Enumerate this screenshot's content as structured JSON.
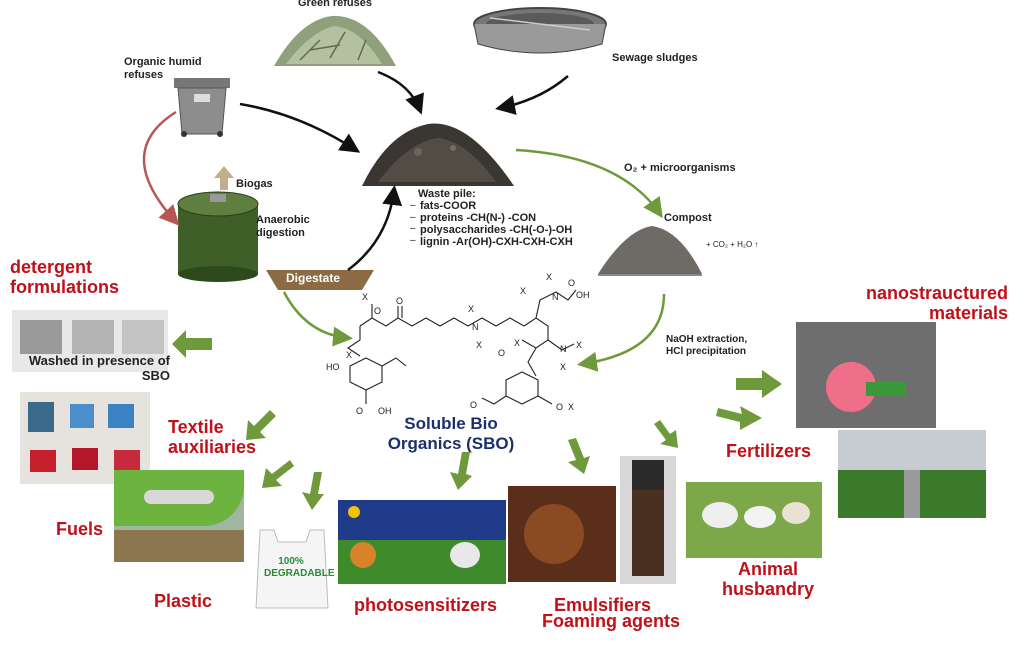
{
  "sources": {
    "green_refuses": "Green refuses",
    "sewage_sludges": "Sewage sludges",
    "organic_humid_refuses": "Organic humid refuses"
  },
  "process": {
    "biogas": "Biogas",
    "anaerobic_digestion": "Anaerobic digestion",
    "digestate": "Digestate",
    "waste_pile_title": "Waste pile:",
    "waste_pile_items": [
      "fats-COOR",
      "proteins -CH(N-) -CON",
      "polysaccharides -CH(-O-)-OH",
      "lignin -Ar(OH)-CXH-CXH-CXH"
    ],
    "o2_microorganisms": "O₂ + microorganisms",
    "compost": "Compost",
    "co2_h2o": "+ CO₂ + H₂O ↑",
    "naoh_extraction": "NaOH extraction,",
    "hcl_precipitation": "HCl precipitation"
  },
  "sbo": {
    "title": "Soluble Bio Organics (SBO)"
  },
  "applications": {
    "detergent": "detergent formulations",
    "washed": "Washed in presence of SBO",
    "textile": "Textile auxiliaries",
    "fuels": "Fuels",
    "plastic": "Plastic",
    "degradable_badge": "100% DEGRADABLE",
    "photosensitizers": "photosensitizers",
    "emulsifiers": "Emulsifiers",
    "foaming": "Foaming agents",
    "fertilizers": "Fertilizers",
    "animal": "Animal husbandry",
    "nanostructured": "nanostrauctured materials"
  },
  "colors": {
    "application_label": "#c0111a",
    "sbo_label": "#1c2f6b",
    "green_arrow": "#6e9a3c",
    "red_arrow": "#b85555",
    "black_arrow": "#111111",
    "biogas_arrow": "#c2ae8a"
  }
}
